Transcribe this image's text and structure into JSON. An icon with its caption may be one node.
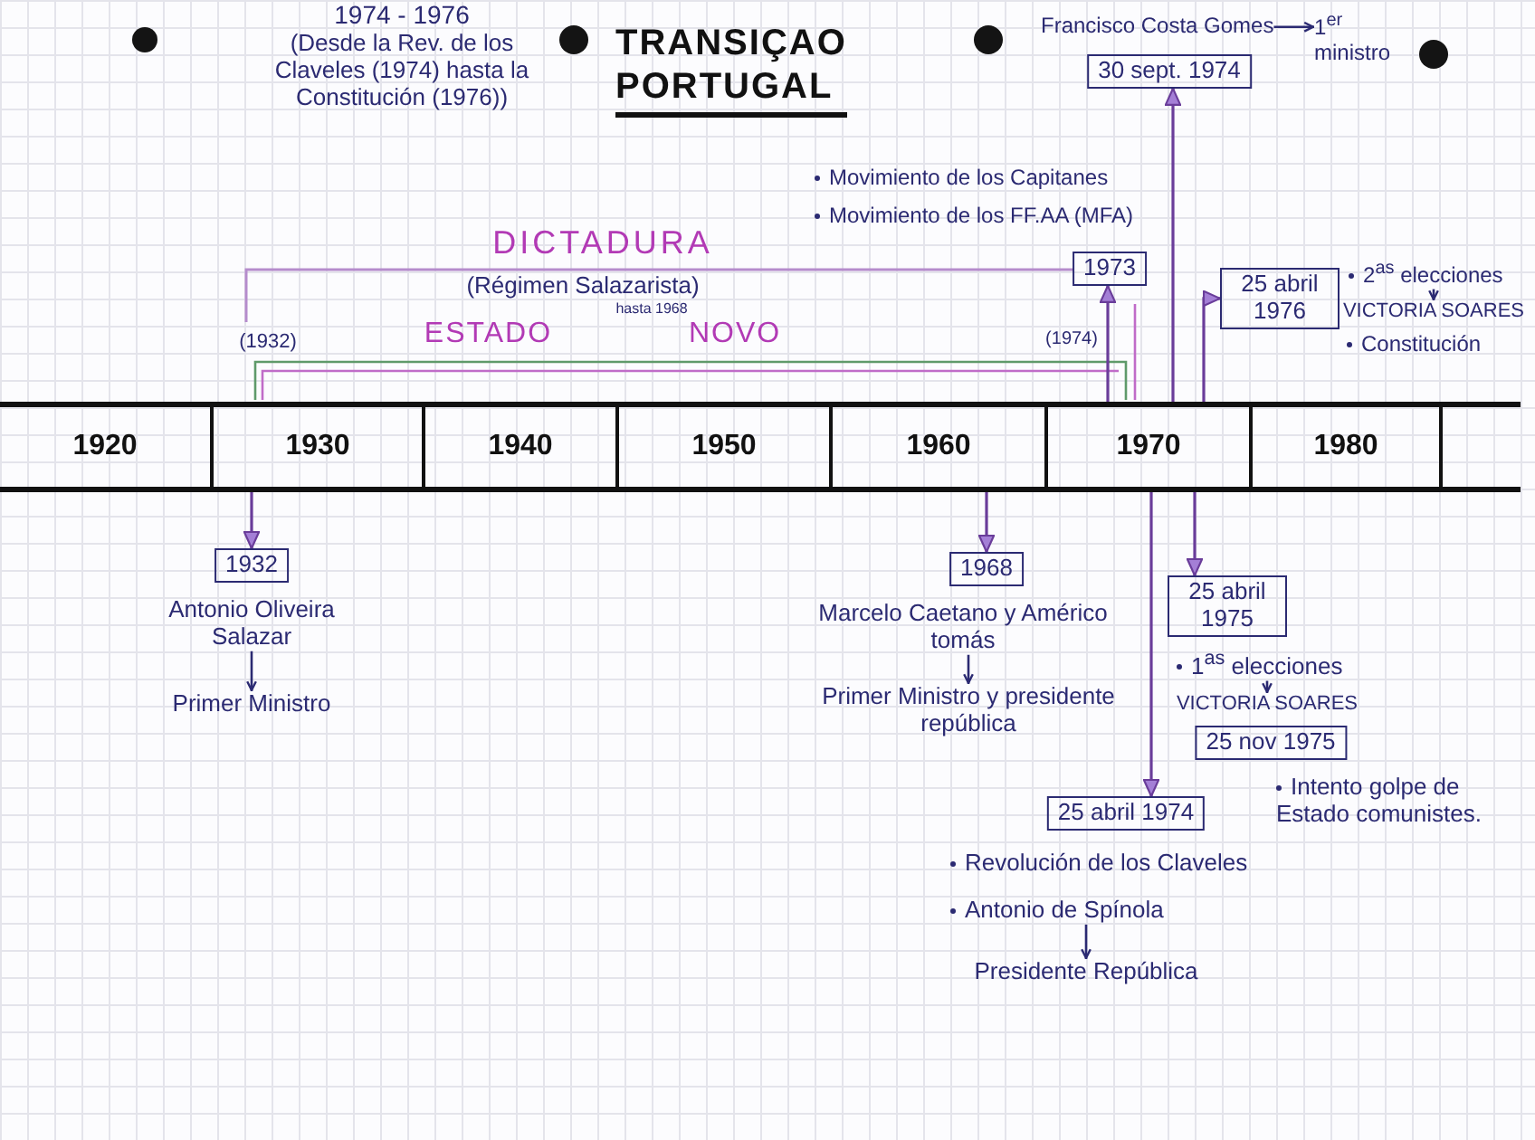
{
  "diagram": {
    "title": "TRANSIÇAO PORTUGAL",
    "nodes": [
      {
        "text": [
          "Francisco Costa Gomes"
        ]
      },
      {
        "text": [
          "1$^{er}$ ministro"
        ]
      },
      {
        "text": [
          "30 sept. 1974"
        ]
      },
      {
        "text": [
          "1973"
        ],
        "beside": [
          "Movimiento de los Capitanes",
          "Movimiento de los FF.AA (MFA)"
        ]
      },
      {
        "text": [
          "25 abril 1976"
        ],
        "beside": [
          "Constitución"
        ]
      },
      {
        "text": [
          "2$^{as}$ elecciones"
        ]
      },
      {
        "text": [
          "VICTORIA SOARES"
        ]
      },
      {
        "text": [
          "1920"
        ]
      },
      {
        "text": [
          "1930"
        ]
      },
      {
        "text": [
          "1940"
        ]
      },
      {
        "text": [
          "1950"
        ]
      },
      {
        "text": [
          "1960"
        ]
      },
      {
        "text": [
          "1970"
        ]
      },
      {
        "text": [
          "1980"
        ]
      },
      {
        "text": [
          "1932"
        ]
      },
      {
        "text": [
          "Antonio Oliveira Salazar"
        ]
      },
      {
        "text": [
          "Primer Ministro"
        ]
      },
      {
        "text": [
          "1968"
        ]
      },
      {
        "text": [
          "Marcelo Caetano y Américo tomás"
        ]
      },
      {
        "text": [
          "Primer Ministro y presidente república"
        ]
      },
      {
        "text": [
          "25 abril 1975"
        ]
      },
      {
        "text": [
          "1$^{as}$ elecciones"
        ]
      },
      {
        "text": [
          "VICTORIA SOARES"
        ]
      },
      {
        "text": [
          "25 nov 1975"
        ],
        "beside": [
          "Intento golpe de Estado comunistes."
        ]
      },
      {
        "text": [
          "25 abril 1974"
        ],
        "beside": [
          "Revolución de los Claveles"
        ]
      },
      {
        "text": [
          "Antonio de Spínola"
        ]
      },
      {
        "text": [
          "Presidente República"
        ]
      }
    ],
    "edges": [
      {
        "from": 0,
        "to": 1,
        "arrow": "to",
        "color": "#2b2a72"
      },
      {
        "from": 12,
        "to": 2,
        "arrow": "to"
      },
      {
        "from": 12,
        "to": 3,
        "arrow": "to"
      },
      {
        "from": 12,
        "to": 4,
        "arrow": "to"
      },
      {
        "from": 5,
        "to": 6,
        "arrow": "to",
        "color": "#2b2a72"
      },
      {
        "from": 8,
        "to": 14,
        "arrow": "to"
      },
      {
        "from": 15,
        "to": 16,
        "arrow": "to",
        "color": "#2b2a72"
      },
      {
        "from": 11,
        "to": 17,
        "arrow": "to"
      },
      {
        "from": 18,
        "to": 19,
        "arrow": "to",
        "color": "#2b2a72"
      },
      {
        "from": 12,
        "to": 20,
        "arrow": "to"
      },
      {
        "from": 21,
        "to": 22,
        "arrow": "to",
        "color": "#2b2a72"
      },
      {
        "from": 12,
        "to": 24,
        "arrow": "to"
      },
      {
        "from": 25,
        "to": 26,
        "arrow": "to",
        "color": "#2b2a72"
      }
    ],
    "labels": [
      "1974 - 1976",
      "(Desde la Rev. de los Claveles (1974) hasta la Constitución (1976))",
      "DICTADURA",
      "(Régimen Salazarista)",
      "hasta 1968",
      "(1932)",
      "ESTADO NOVO",
      "(1974)"
    ]
  }
}
